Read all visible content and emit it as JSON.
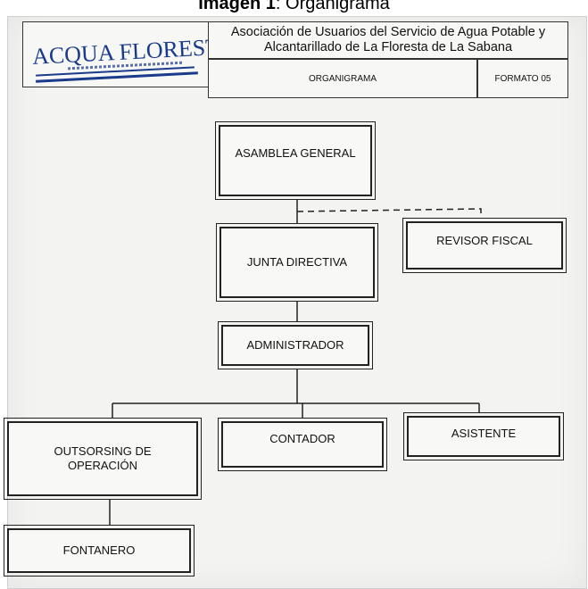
{
  "caption": {
    "bold": "Imagen 1",
    "rest": ": Organigrama"
  },
  "header": {
    "logo_text": "ACQUA FLORESTA",
    "title_line1": "Asociación de Usuarios del Servicio de Agua Potable y",
    "title_line2": "Alcantarillado de La Floresta de La Sabana",
    "document_label": "ORGANIGRAMA",
    "format_label": "FORMATO 05"
  },
  "org_chart": {
    "nodes": {
      "asamblea": "ASAMBLEA GENERAL",
      "junta": "JUNTA DIRECTIVA",
      "revisor": "REVISOR FISCAL",
      "administrador": "ADMINISTRADOR",
      "outsorsing_line1": "OUTSORSING DE",
      "outsorsing_line2": "OPERACIÓN",
      "contador": "CONTADOR",
      "asistente": "ASISTENTE",
      "fontanero": "FONTANERO"
    }
  },
  "colors": {
    "logo_blue": "#1a3a8a",
    "line": "#222222",
    "paper": "#f3f3f1"
  }
}
